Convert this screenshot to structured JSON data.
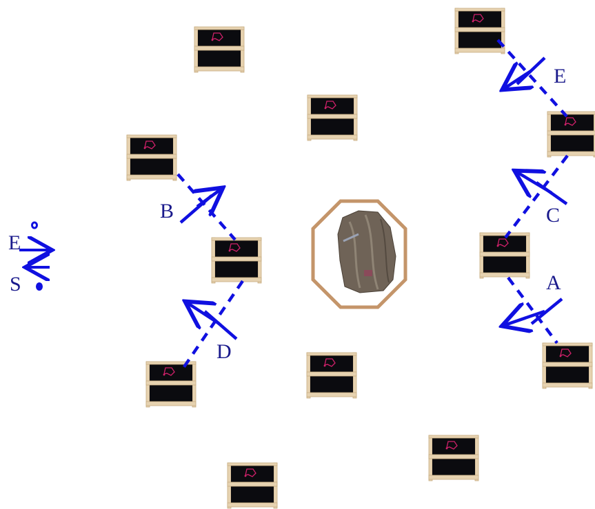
{
  "colors": {
    "line": "#1010e0",
    "label": "#1a1a8c",
    "frame": "#e6d2b0",
    "frame_edge": "#c8ad82",
    "screen": "#0b0b0f",
    "logo": "#d0206a",
    "octagon": "#c4956a",
    "rock": "#6f6357"
  },
  "legend": {
    "label_e": "E",
    "label_s": "S"
  },
  "labels": {
    "a": "A",
    "b": "B",
    "c": "C",
    "d": "D",
    "e": "E"
  },
  "icons": {
    "shelf": "display-shelf-icon",
    "artifact": "carved-rock-artifact"
  }
}
